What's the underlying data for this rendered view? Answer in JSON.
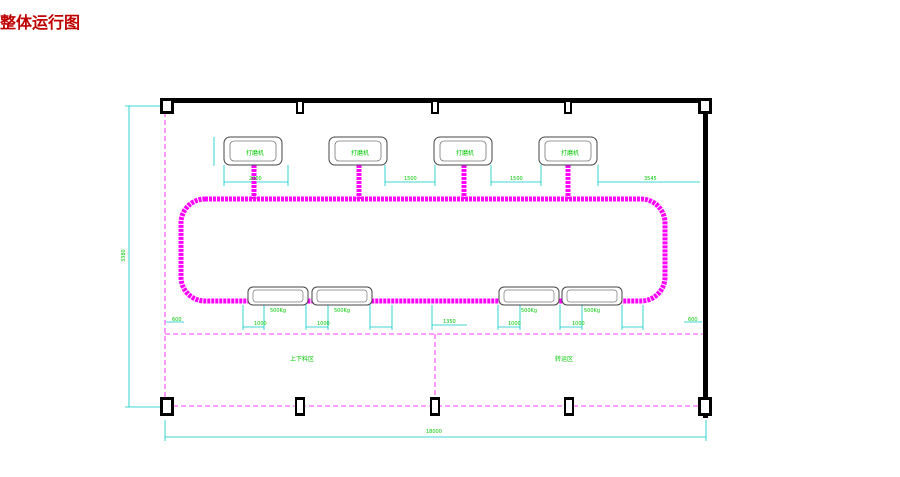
{
  "title": "整体运行图",
  "colors": {
    "title": "#c00000",
    "wall": "#000000",
    "track": "#ff00ff",
    "dimension": "#00c8c8",
    "text": "#00c800"
  },
  "dimensions": {
    "top_gaps": [
      "1500",
      "1500",
      "3545"
    ],
    "left_width": "2000",
    "overall_height": "3380",
    "overall_width": "18000",
    "bottom_left": "600",
    "bottom_right": "600",
    "bottom_middle": "1350",
    "bottom_item_1": "1000",
    "bottom_item_2": "1000",
    "bottom_item_3": "1000",
    "bottom_item_4": "1000"
  },
  "stations_top": [
    {
      "label": "打磨机"
    },
    {
      "label": "打磨机"
    },
    {
      "label": "打磨机"
    },
    {
      "label": "打磨机"
    }
  ],
  "stations_bottom": [
    {
      "label": "500Kg"
    },
    {
      "label": "500Kg"
    },
    {
      "label": "500Kg"
    },
    {
      "label": "500Kg"
    }
  ],
  "zones": [
    {
      "label": "上下料区"
    },
    {
      "label": "转运区"
    }
  ]
}
